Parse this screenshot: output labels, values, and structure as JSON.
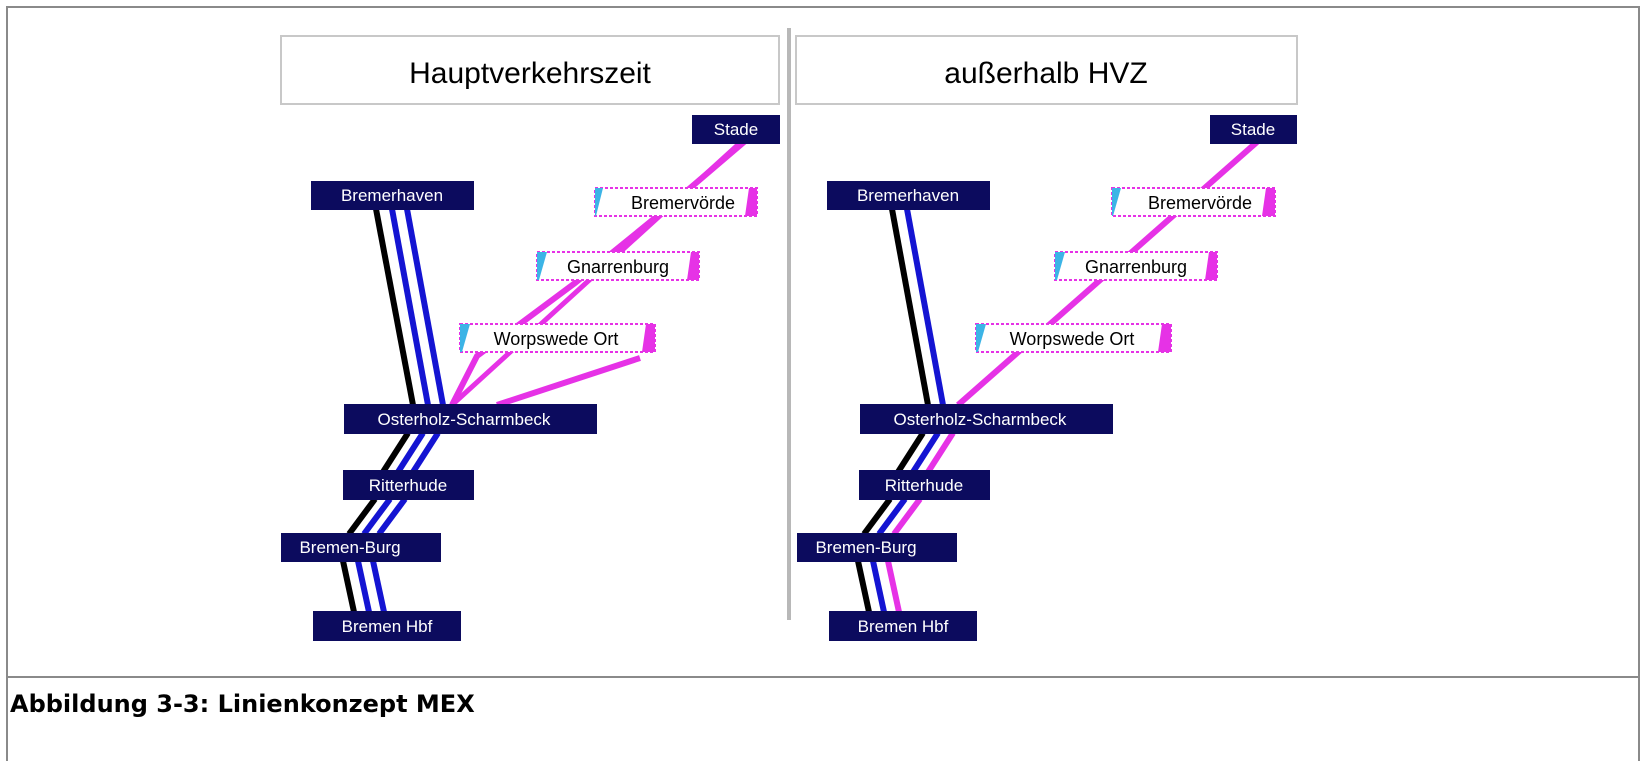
{
  "caption": "Abbildung 3-3: Linienkonzept MEX",
  "colors": {
    "station_dark": "#0c0b5e",
    "line_black": "#000000",
    "line_blue": "#1414d2",
    "line_magenta": "#e632e6",
    "branch_accent_cyan": "#3cb4e6",
    "divider": "#b8b8b8"
  },
  "panels": [
    {
      "title": "Hauptverkehrszeit",
      "stations": {
        "stade": "Stade",
        "bremervoerde": "Bremervörde",
        "gnarrenburg": "Gnarrenburg",
        "worpswede": "Worpswede Ort",
        "bremerhaven": "Bremerhaven",
        "osterholz": "Osterholz-Scharmbeck",
        "ritterhude": "Ritterhude",
        "bremen_burg": "Bremen-Burg",
        "bremen_hbf": "Bremen Hbf"
      },
      "lines": [
        "black",
        "blue",
        "blue",
        "magenta",
        "magenta"
      ]
    },
    {
      "title": "außerhalb HVZ",
      "stations": {
        "stade": "Stade",
        "bremervoerde": "Bremervörde",
        "gnarrenburg": "Gnarrenburg",
        "worpswede": "Worpswede Ort",
        "bremerhaven": "Bremerhaven",
        "osterholz": "Osterholz-Scharmbeck",
        "ritterhude": "Ritterhude",
        "bremen_burg": "Bremen-Burg",
        "bremen_hbf": "Bremen Hbf"
      },
      "lines": [
        "black",
        "blue",
        "magenta"
      ]
    }
  ]
}
